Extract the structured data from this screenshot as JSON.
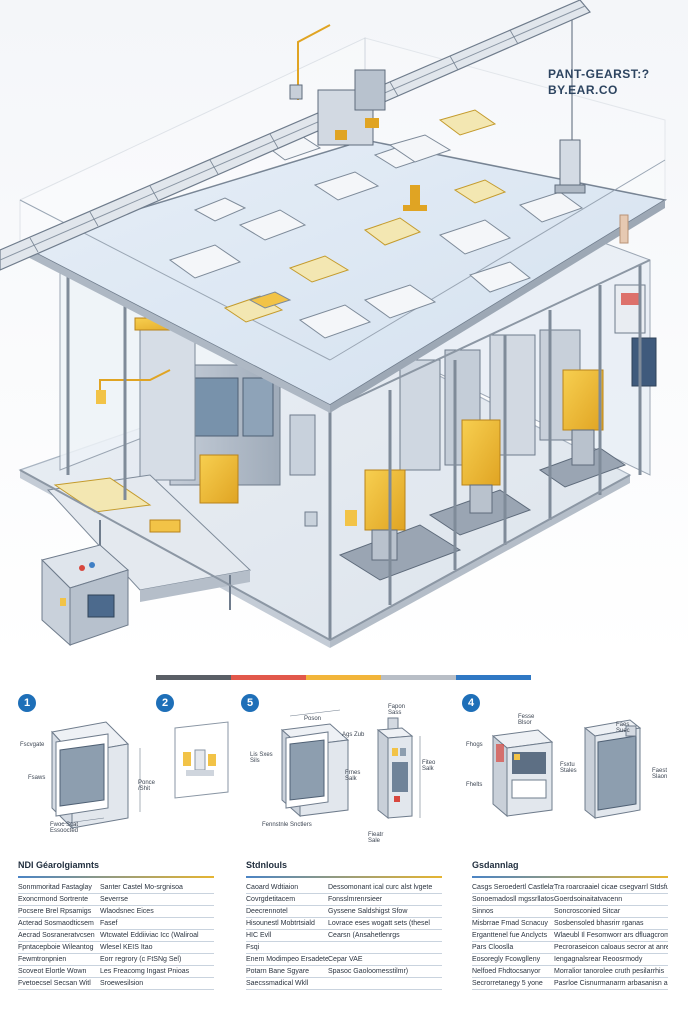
{
  "title": {
    "line1": "PANT-GEARST:?",
    "line2": "BY.EAR.CO"
  },
  "divider_colors": [
    "#5a5f66",
    "#e2584b",
    "#f2b53a",
    "#b8bec6",
    "#2f78c4"
  ],
  "steps": [
    {
      "number": "1"
    },
    {
      "number": "2"
    },
    {
      "number": "5"
    },
    {
      "number": "4"
    }
  ],
  "callouts": {
    "p1_left_a": "Fscvgate",
    "p1_left_b": "Fsaws",
    "p1_right": "Ponce\n/Shit",
    "p1_bottom": "Fwoc Scat\nEssoocted",
    "p2_none": "",
    "p3_top": "Poson",
    "p3_mid": "Ags Zub",
    "p3_left": "Lis Sxes\nSils",
    "p3_right": "Frnes\nSalk",
    "p3_bottom": "Fennstnle Snctlers",
    "p3b_top": "Fapon\nSass",
    "p3b_right": "Fiteo\nSalk",
    "p3b_bottom": "Fieatr\nSale",
    "p4_top": "Fesse\nBlsor",
    "p4_left_a": "Fhogs",
    "p4_left_b": "Fhelts",
    "p4_right_a": "Fsxtu\nStales",
    "p4_right_b": "Faest\nSlaon",
    "p4_right_c": "Faes\nSuec"
  },
  "tables": [
    {
      "heading": "NDI Géarolgiamnts",
      "rows": [
        [
          "Sonmmoritad Fastaglay",
          "Santer Castel  Mo-srgnisoa"
        ],
        [
          "Exoncrmond Sortrente",
          "Severrse"
        ],
        [
          "Pocsere Brel Rpsamigs",
          "Wlaodsnec Eices"
        ],
        [
          "Acterad Sosmaodticsem",
          "Fasef"
        ],
        [
          "Aecrad Sosraneratvcsen",
          "Wtcwatel Eddiiviac Icc (Waliroal"
        ],
        [
          "Fpntacepboie Wileantog",
          "Wlesel KEIS Itao"
        ],
        [
          "Fewmtronpnien",
          "Eorr regrory (c FtSNg Sel)"
        ],
        [
          "Scoveot Elortle Wown",
          "Les Freacomg Ingast Pnioas"
        ],
        [
          "Fvetoecsel Secsan Witl",
          "Sroewesilsion"
        ]
      ]
    },
    {
      "heading": "Stdnlouls",
      "rows": [
        [
          "Caoard Wdtiaion",
          "Dessomonant ical curc alst lvgete"
        ],
        [
          "Covrgdetitacem",
          "Fonsslmrenrsieer"
        ],
        [
          "Deecrennotel",
          "Gyssene Saldshigst Sfow"
        ],
        [
          "Hisounestl Mobtrtsiald",
          "Lovrace eses wogatt  sets (thesel"
        ],
        [
          "HIC Evll",
          "Cearsn (Ansahetlenrgs"
        ],
        [
          "Fsqi",
          ""
        ],
        [
          "Enem Modimpeo Ersadetes",
          "Cepar  VAE"
        ],
        [
          "Potarn Bane Sgyare",
          "Spasoc Gaoloomesstilmr)"
        ],
        [
          "Saecssmadical Wkll",
          ""
        ]
      ]
    },
    {
      "heading": "Gsdannlag",
      "rows": [
        [
          "Casgs Seroedertl Castlelay",
          "Tra roarcraaiel  cicae csegvarrl Stdsfum"
        ],
        [
          "Sonoemadosll mgssrllatos",
          "Goerdsoinaitatvacenn"
        ],
        [
          "Sinnos",
          "Soncrosconied Sitcar"
        ],
        [
          "Misbrrae Fmad Scnacuy",
          "Sosbensoled bhasrirr rganas"
        ],
        [
          "Erganttenel  fue Anclycts",
          "Wlaeubl  Il Fesomworr  ars dfluagcroms"
        ],
        [
          "Pars Clooslla",
          "Pecroraseicon  caloaus  secror at anrebracls"
        ],
        [
          "Eosoregly Fcowglleny",
          "Iengagnalsrear Reoosrmody"
        ],
        [
          "Nelfoed Fhdtocsanyor",
          "Morralior tanorolee cruth pesilarrhis"
        ],
        [
          "Secrorretanegy  5 yone",
          "Pasrloe Cisnurmanarm arbasanisn arshallar"
        ]
      ]
    }
  ]
}
